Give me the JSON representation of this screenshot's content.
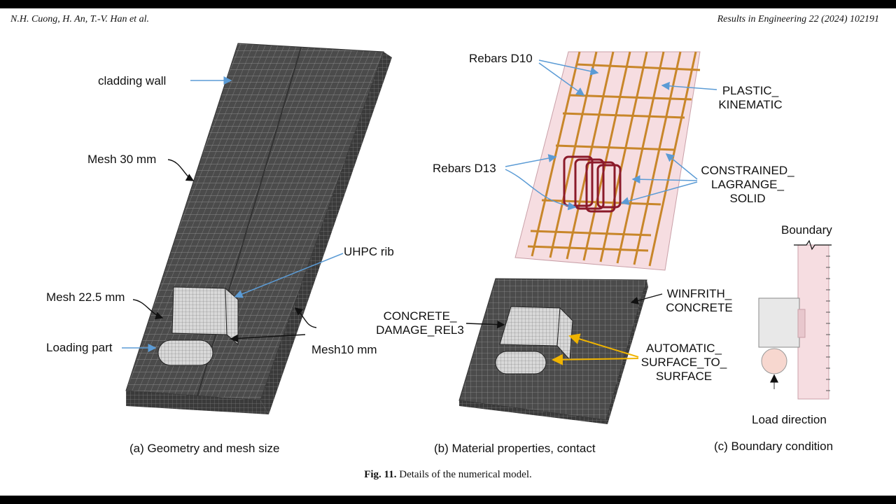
{
  "header": {
    "authors": "N.H. Cuong, H. An, T.-V. Han et al.",
    "journal": "Results in Engineering 22 (2024) 102191"
  },
  "panel_a": {
    "caption": "(a) Geometry and mesh size",
    "labels": {
      "cladding_wall": "cladding wall",
      "mesh30": "Mesh 30 mm",
      "uhpc_rib": "UHPC rib",
      "mesh22": "Mesh 22.5 mm",
      "loading_part": "Loading part",
      "mesh10": "Mesh10 mm"
    }
  },
  "panel_b": {
    "caption": "(b) Material properties, contact",
    "labels": {
      "rebars_d10": "Rebars D10",
      "plastic_1": "PLASTIC_",
      "plastic_2": "KINEMATIC",
      "rebars_d13": "Rebars D13",
      "constrained_1": "CONSTRAINED_",
      "constrained_2": "LAGRANGE_",
      "constrained_3": "SOLID",
      "winfrith_1": "WINFRITH_",
      "winfrith_2": "CONCRETE",
      "concrete_1": "CONCRETE_",
      "concrete_2": "DAMAGE_REL3",
      "automatic_1": "AUTOMATIC_",
      "automatic_2": "SURFACE_TO_",
      "automatic_3": "SURFACE"
    }
  },
  "panel_c": {
    "caption": "(c) Boundary condition",
    "labels": {
      "boundary": "Boundary",
      "load_direction": "Load direction"
    }
  },
  "figure_caption": {
    "label": "Fig. 11.",
    "text": " Details of the numerical model."
  },
  "colors": {
    "mesh_dark": "#4a4a4a",
    "mesh_line": "#8a8a8a",
    "rebar_orange": "#c8862a",
    "rebar_red": "#8b1a2a",
    "pink_panel": "#f6dde1",
    "arrow_blue": "#5b9bd5",
    "arrow_gold": "#f0b400"
  }
}
